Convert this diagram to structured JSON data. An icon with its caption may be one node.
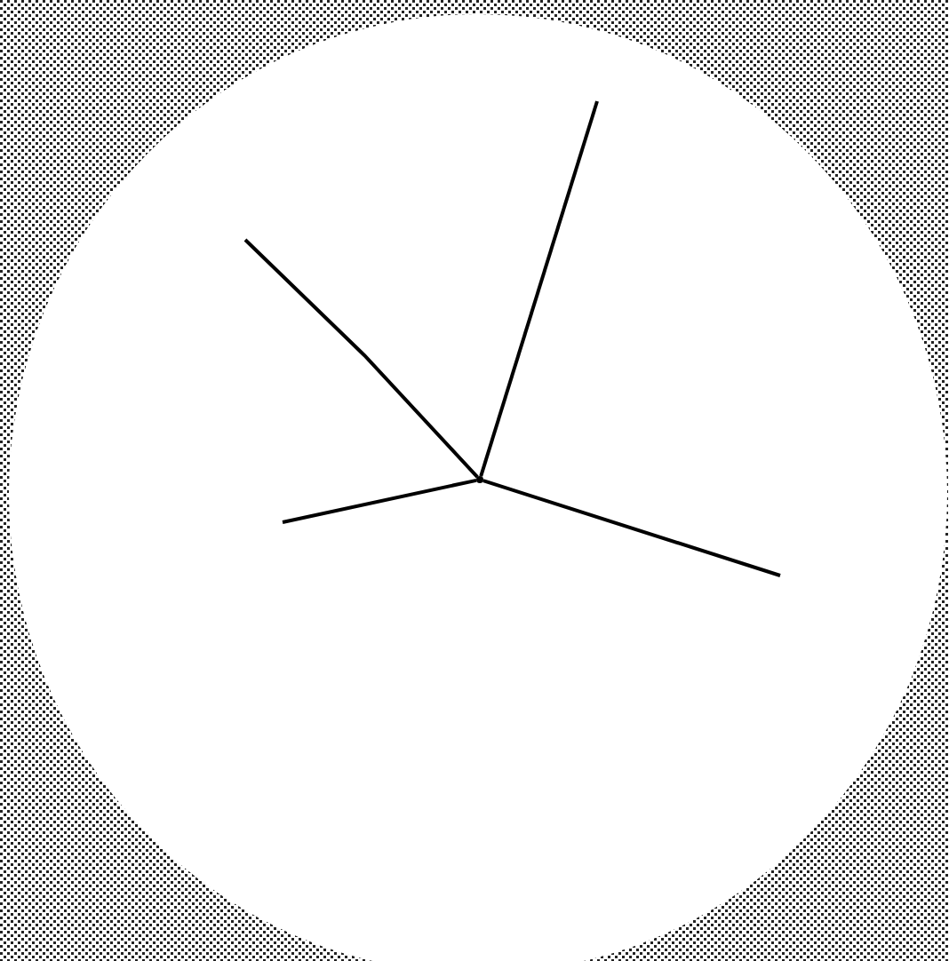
{
  "diagram": {
    "nodes": [
      {
        "text": [],
        "shape": "circle"
      },
      {
        "text": [],
        "shape": "dot",
        "in": 0
      }
    ],
    "edges": [
      {
        "from": 1,
        "to": null,
        "arrow": "none"
      },
      {
        "from": 1,
        "to": null,
        "arrow": "none"
      },
      {
        "from": 1,
        "to": null,
        "arrow": "none"
      },
      {
        "from": 1,
        "to": null,
        "arrow": "none"
      }
    ]
  }
}
